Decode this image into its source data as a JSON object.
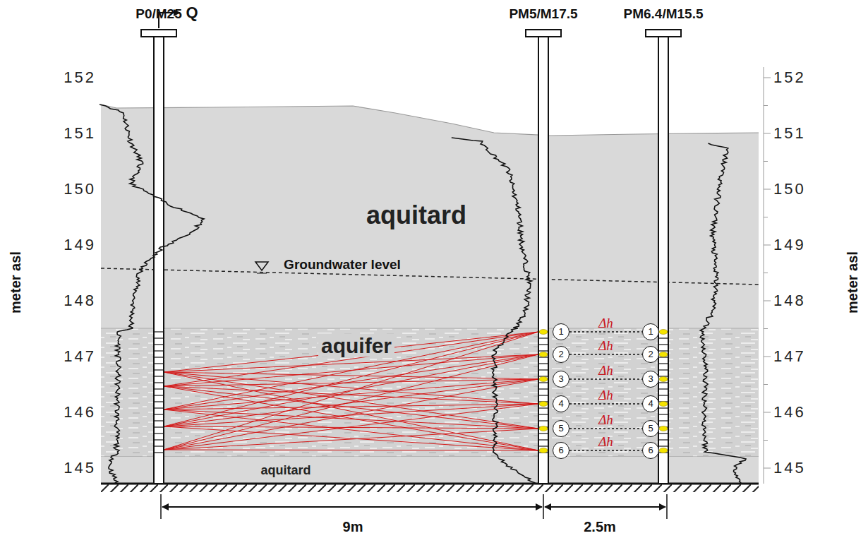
{
  "diagram": {
    "nodes": [
      {
        "text": [
          "aquitard"
        ]
      },
      {
        "text": [
          "aquifer"
        ]
      },
      {
        "text": [
          "1"
        ],
        "in": 1
      },
      {
        "text": [
          "1"
        ],
        "in": 1
      },
      {
        "text": [
          "2"
        ],
        "in": 1
      },
      {
        "text": [
          "2"
        ],
        "in": 1
      },
      {
        "text": [
          "3"
        ],
        "in": 1
      },
      {
        "text": [
          "3"
        ],
        "in": 1
      },
      {
        "text": [
          "4"
        ],
        "in": 1
      },
      {
        "text": [
          "4"
        ],
        "in": 1
      },
      {
        "text": [
          "5"
        ],
        "in": 1
      },
      {
        "text": [
          "5"
        ],
        "in": 1
      },
      {
        "text": [
          "6"
        ],
        "in": 1
      },
      {
        "text": [
          "6"
        ],
        "in": 1
      },
      {
        "text": [
          "aquitard"
        ]
      }
    ],
    "edges": [
      {
        "from": 2,
        "to": 3,
        "arrow": "none",
        "label": "Δh"
      },
      {
        "from": 4,
        "to": 5,
        "arrow": "none",
        "label": "Δh"
      },
      {
        "from": 6,
        "to": 7,
        "arrow": "none",
        "label": "Δh"
      },
      {
        "from": 8,
        "to": 9,
        "arrow": "none",
        "label": "Δh"
      },
      {
        "from": 10,
        "to": 11,
        "arrow": "none",
        "label": "Δh"
      },
      {
        "from": 12,
        "to": 13,
        "arrow": "none",
        "label": "Δh"
      }
    ],
    "labels": [
      "P0/M25",
      "Q",
      "PM5/M17.5",
      "PM6.4/M15.5",
      "152",
      "151",
      "150",
      "149",
      "148",
      "147",
      "146",
      "145",
      "152",
      "151",
      "150",
      "149",
      "148",
      "147",
      "146",
      "145",
      "meter asl",
      "meter asl",
      "Groundwater level",
      "9m",
      "2.5m"
    ]
  }
}
